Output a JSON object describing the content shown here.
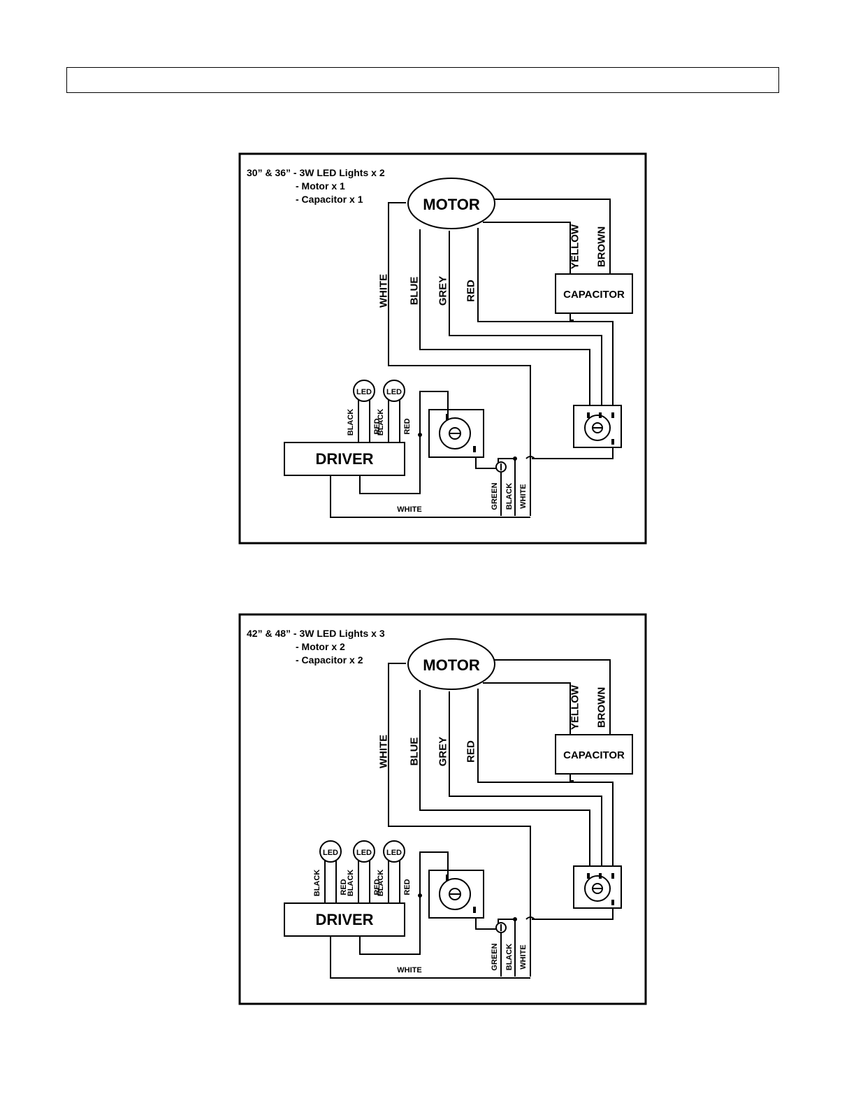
{
  "header": {
    "text": ""
  },
  "diagrams": [
    {
      "spec_lines": [
        "30” & 36” - 3W LED Lights x 2",
        "- Motor x 1",
        "- Capacitor x 1"
      ],
      "motor_label": "MOTOR",
      "capacitor_label": "CAPACITOR",
      "driver_label": "DRIVER",
      "led_label": "LED",
      "led_count": 2,
      "wire_labels": {
        "white": "WHITE",
        "blue": "BLUE",
        "grey": "GREY",
        "red": "RED",
        "yellow": "YELLOW",
        "brown": "BROWN",
        "black": "BLACK",
        "green": "GREEN",
        "bottom_white": "WHITE"
      }
    },
    {
      "spec_lines": [
        "42” & 48” - 3W LED Lights x 3",
        "- Motor x 2",
        "- Capacitor x 2"
      ],
      "motor_label": "MOTOR",
      "capacitor_label": "CAPACITOR",
      "driver_label": "DRIVER",
      "led_label": "LED",
      "led_count": 3,
      "wire_labels": {
        "white": "WHITE",
        "blue": "BLUE",
        "grey": "GREY",
        "red": "RED",
        "yellow": "YELLOW",
        "brown": "BROWN",
        "black": "BLACK",
        "green": "GREEN",
        "bottom_white": "WHITE"
      }
    }
  ]
}
